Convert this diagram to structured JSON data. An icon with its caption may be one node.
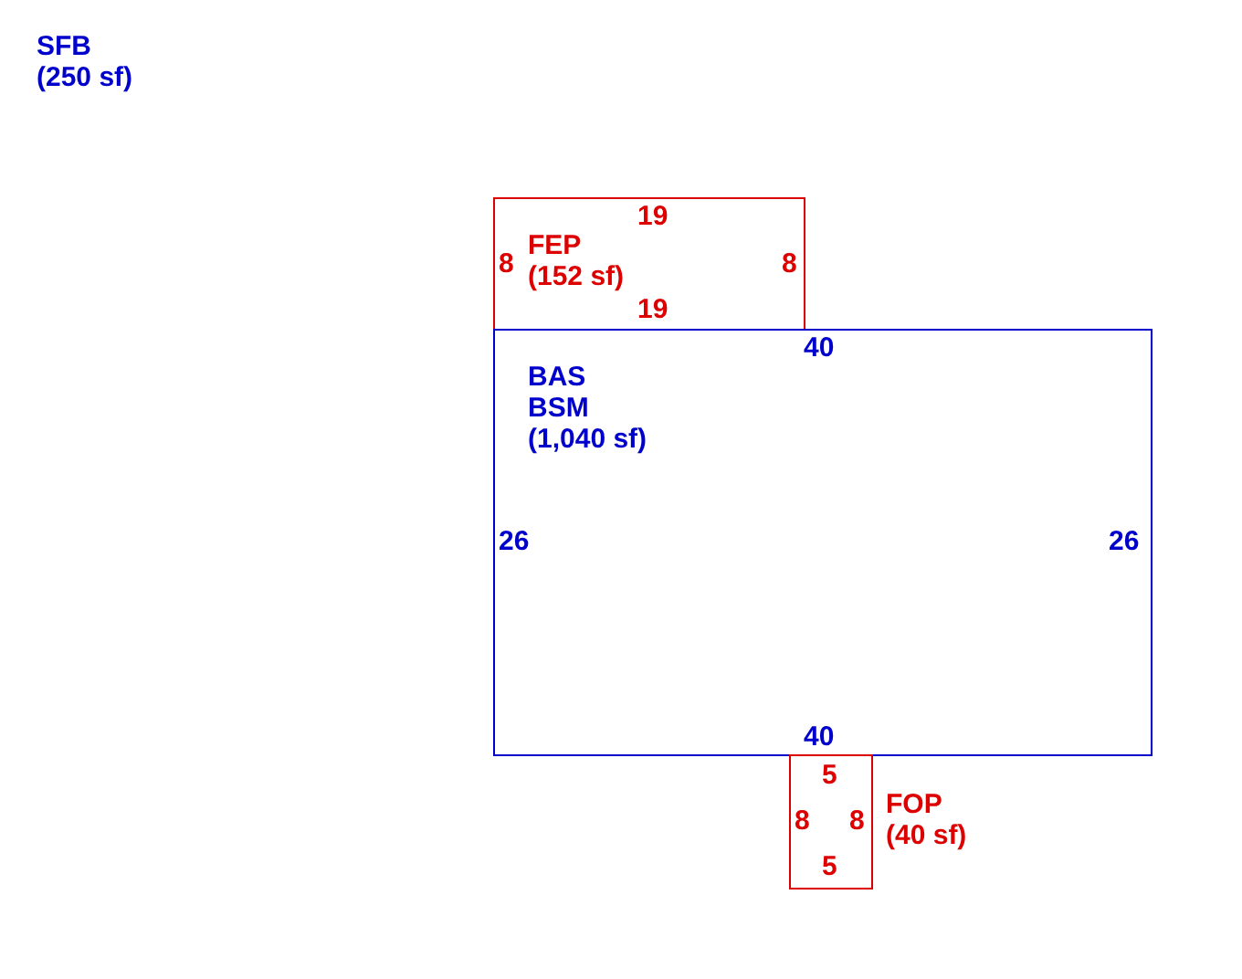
{
  "diagram": {
    "nodes": [
      {
        "text": [
          "FEP",
          "(152 sf)",
          "19",
          "8",
          "8",
          "19"
        ]
      },
      {
        "text": [
          "BAS",
          "BSM",
          "(1,040 sf)",
          "40",
          "26",
          "26",
          "40"
        ]
      },
      {
        "text": [
          "FOP",
          "(40 sf)",
          "5",
          "8",
          "8",
          "5"
        ]
      }
    ],
    "labels": [
      "SFB (250 sf)"
    ]
  }
}
